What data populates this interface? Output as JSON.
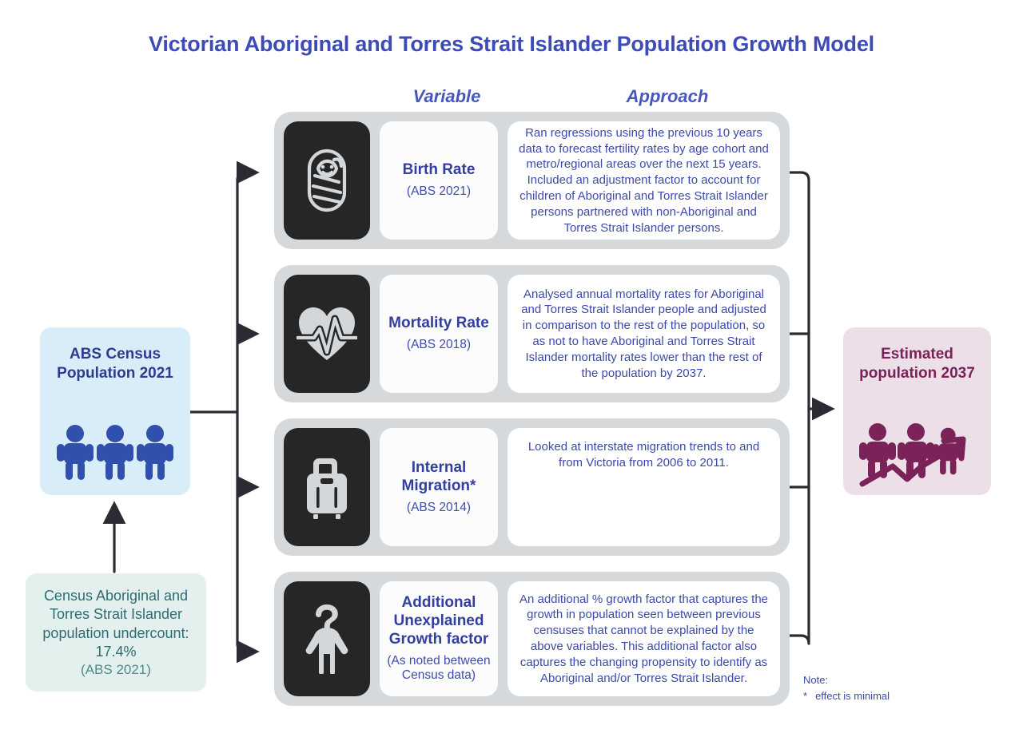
{
  "title": "Victorian Aboriginal and Torres Strait Islander Population Growth Model",
  "headers": {
    "variable": "Variable",
    "approach": "Approach"
  },
  "census": {
    "label": "ABS Census Population 2021",
    "icon": "three-people-icon"
  },
  "undercount": {
    "main": "Census Aboriginal and Torres Strait Islander population undercount: 17.4%",
    "source": "(ABS 2021)"
  },
  "estimated": {
    "label": "Estimated population 2037",
    "icon": "people-growth-arrow-icon"
  },
  "rows": [
    {
      "icon": "swaddled-baby-icon",
      "variable": "Birth Rate",
      "source": "(ABS 2021)",
      "approach": "Ran regressions using the previous 10 years data to forecast fertility rates by age cohort and metro/regional areas over the next 15 years. Included an adjustment factor to account for children of Aboriginal and Torres Strait Islander persons partnered with non-Aboriginal and Torres Strait Islander persons."
    },
    {
      "icon": "heart-pulse-icon",
      "variable": "Mortality Rate",
      "source": "(ABS 2018)",
      "approach": "Analysed annual mortality rates for Aboriginal and Torres Strait Islander people and adjusted in comparison to the rest of the population, so as not to have Aboriginal and Torres Strait Islander mortality rates lower than the rest of the population by 2037."
    },
    {
      "icon": "suitcase-icon",
      "variable": "Internal Migration*",
      "source": "(ABS 2014)",
      "approach": "Looked at interstate migration trends to and from Victoria from 2006 to 2011."
    },
    {
      "icon": "person-question-icon",
      "variable": "Additional Unexplained Growth factor",
      "source": "(As noted between Census data)",
      "approach": "An additional % growth factor that captures the growth in population seen between previous censuses that cannot be explained by the above variables. This additional factor also captures the changing propensity to identify as Aboriginal and/or Torres Strait Islander."
    }
  ],
  "note": {
    "heading": "Note:",
    "marker": "*",
    "text": "effect is minimal"
  },
  "colors": {
    "title": "#3c4bb5",
    "census_box": "#d9edf8",
    "census_text": "#2e3b8f",
    "undercount_box": "#e3f0ee",
    "undercount_text": "#2f6d72",
    "row_bg": "#d6d9dc",
    "icon_tile": "#262626",
    "variable_text": "#323fa0",
    "approach_text": "#3c49aa",
    "estimated_box": "#ecdfe8",
    "estimated_text": "#7b2259",
    "connector": "#2b2b33"
  }
}
